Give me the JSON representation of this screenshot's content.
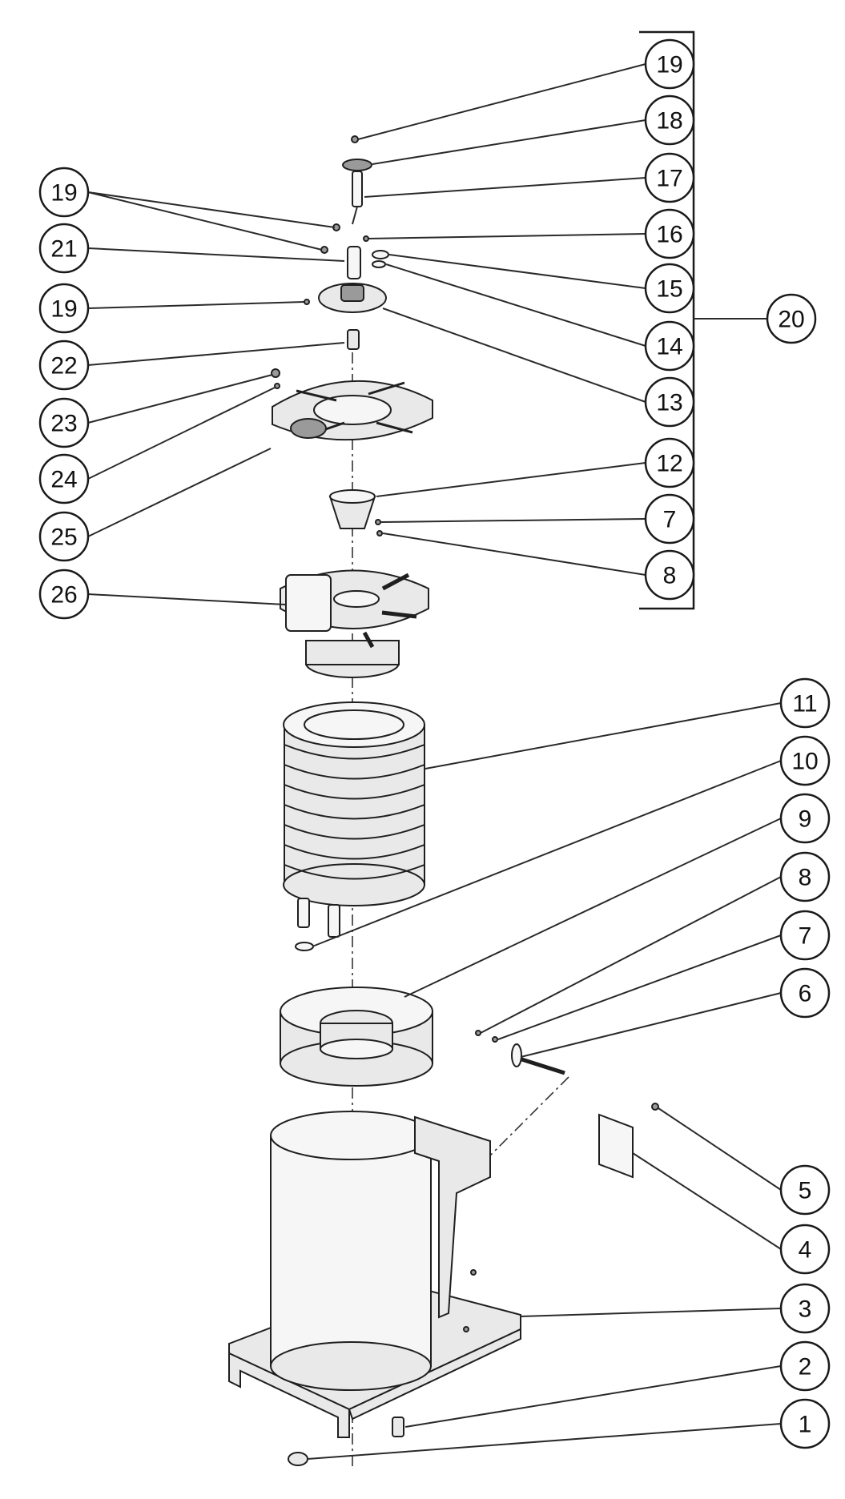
{
  "callouts": [
    {
      "id": "c19a",
      "label": "19"
    },
    {
      "id": "c18",
      "label": "18"
    },
    {
      "id": "c17",
      "label": "17"
    },
    {
      "id": "c16",
      "label": "16"
    },
    {
      "id": "c15",
      "label": "15"
    },
    {
      "id": "c14",
      "label": "14"
    },
    {
      "id": "c13",
      "label": "13"
    },
    {
      "id": "c12",
      "label": "12"
    },
    {
      "id": "c7a",
      "label": "7"
    },
    {
      "id": "c8a",
      "label": "8"
    },
    {
      "id": "c20",
      "label": "20"
    },
    {
      "id": "c19b",
      "label": "19"
    },
    {
      "id": "c21",
      "label": "21"
    },
    {
      "id": "c19c",
      "label": "19"
    },
    {
      "id": "c22",
      "label": "22"
    },
    {
      "id": "c23",
      "label": "23"
    },
    {
      "id": "c24",
      "label": "24"
    },
    {
      "id": "c25",
      "label": "25"
    },
    {
      "id": "c26",
      "label": "26"
    },
    {
      "id": "c11",
      "label": "11"
    },
    {
      "id": "c10",
      "label": "10"
    },
    {
      "id": "c9",
      "label": "9"
    },
    {
      "id": "c8b",
      "label": "8"
    },
    {
      "id": "c7b",
      "label": "7"
    },
    {
      "id": "c6",
      "label": "6"
    },
    {
      "id": "c5",
      "label": "5"
    },
    {
      "id": "c4",
      "label": "4"
    },
    {
      "id": "c3",
      "label": "3"
    },
    {
      "id": "c2",
      "label": "2"
    },
    {
      "id": "c1",
      "label": "1"
    }
  ]
}
